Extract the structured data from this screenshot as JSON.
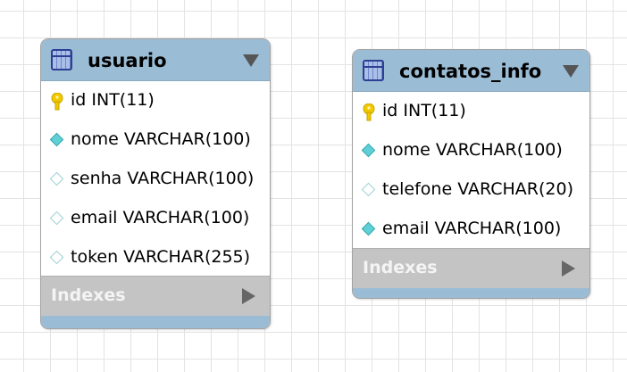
{
  "tables": [
    {
      "name": "usuario",
      "columns": [
        {
          "text": "id INT(11)",
          "icon": "primary-key-icon"
        },
        {
          "text": "nome VARCHAR(100)",
          "icon": "filled-diamond-icon"
        },
        {
          "text": "senha VARCHAR(100)",
          "icon": "empty-diamond-icon"
        },
        {
          "text": "email VARCHAR(100)",
          "icon": "empty-diamond-icon"
        },
        {
          "text": "token VARCHAR(255)",
          "icon": "empty-diamond-icon"
        }
      ],
      "indexes_label": "Indexes"
    },
    {
      "name": "contatos_info",
      "columns": [
        {
          "text": "id INT(11)",
          "icon": "primary-key-icon"
        },
        {
          "text": "nome VARCHAR(100)",
          "icon": "filled-diamond-icon"
        },
        {
          "text": "telefone VARCHAR(20)",
          "icon": "empty-diamond-icon"
        },
        {
          "text": "email VARCHAR(100)",
          "icon": "filled-diamond-icon"
        }
      ],
      "indexes_label": "Indexes"
    }
  ],
  "colors": {
    "header": "#9bbcd5",
    "indexes_bar": "#c4c4c4",
    "grid": "#e3e3e3",
    "key_icon": "#f2c900",
    "diamond": "#5fd0d6"
  }
}
